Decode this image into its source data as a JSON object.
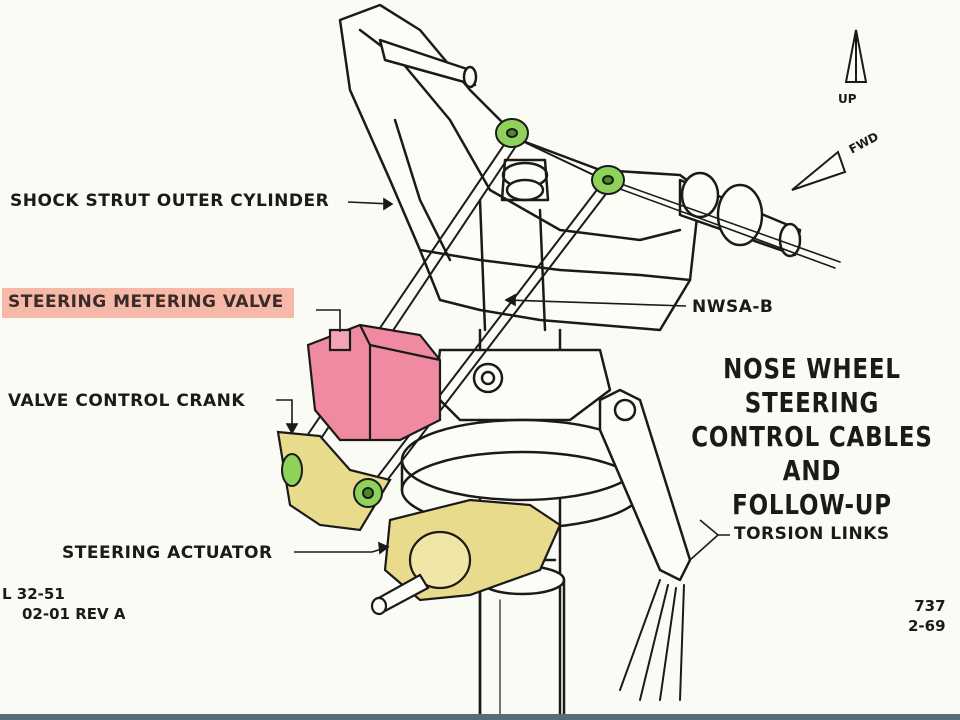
{
  "title_lines": [
    "NOSE WHEEL STEERING",
    "CONTROL CABLES AND",
    "FOLLOW-UP"
  ],
  "callouts": {
    "shock_strut": "SHOCK STRUT OUTER CYLINDER",
    "metering_valve": "STEERING METERING VALVE",
    "valve_crank": "VALVE CONTROL CRANK",
    "actuator": "STEERING ACTUATOR",
    "nwsa": "NWSA-B",
    "torsion": "TORSION LINKS"
  },
  "direction_labels": {
    "up": "UP",
    "fwd": "FWD"
  },
  "ref_left": [
    "L 32-51",
    "02-01 REV A"
  ],
  "ref_right": [
    "737",
    "2-69"
  ],
  "colors": {
    "highlight_label": "#f6b9a8",
    "metering_valve": "#f08aa0",
    "actuator": "#e8dc8c",
    "pulley": "#8fd25a",
    "line": "#1a1a1a",
    "background": "#fbfbf6"
  }
}
